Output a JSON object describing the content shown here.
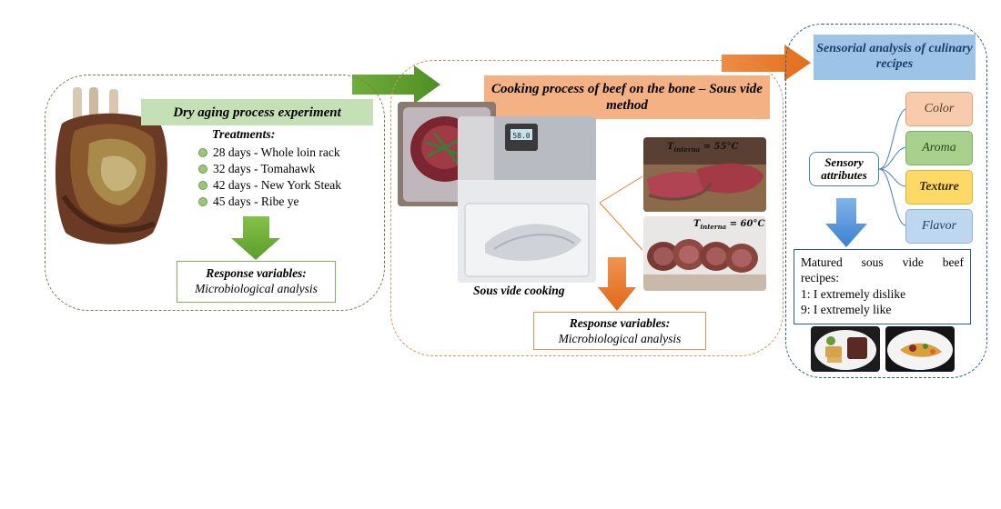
{
  "panel1": {
    "title": "Dry aging process experiment",
    "treatments_heading": "Treatments:",
    "treatments": [
      "28 days - Whole loin rack",
      "32 days - Tomahawk",
      "42 days - New York Steak",
      "45 days - Ribe ye"
    ],
    "response_heading": "Response variables:",
    "response_text": "Microbiological analysis"
  },
  "panel2": {
    "title": "Cooking process of beef on the bone – Sous vide method",
    "thermometer_reading": "58.0",
    "temp1": {
      "symbol": "T",
      "sub": "interna",
      "value": "= 55°C"
    },
    "temp2": {
      "symbol": "T",
      "sub": "interna",
      "value": "= 60°C"
    },
    "caption": "Sous vide cooking",
    "response_heading": "Response variables:",
    "response_text": "Microbiological analysis"
  },
  "panel3": {
    "title": "Sensorial analysis of culinary recipes",
    "sensory_label": "Sensory attributes",
    "attributes": [
      "Color",
      "Aroma",
      "Texture",
      "Flavor"
    ],
    "scale_text_line1": "Matured sous vide beef",
    "scale_text_line2": "recipes:",
    "scale_item1": "1: I extremely dislike",
    "scale_item2": "9: I extremely like"
  },
  "colors": {
    "green": "#72ab3f",
    "light_green": "#c5e0b4",
    "orange": "#ed7d31",
    "light_orange": "#f4b183",
    "blue_dark": "#1f4e79",
    "blue_title": "#9dc3e6",
    "blue_arrow": "#4a90d9",
    "attr_color": "#f8cbad",
    "attr_aroma": "#a9d18e",
    "attr_texture": "#ffd966",
    "attr_flavor": "#bdd7ee"
  }
}
